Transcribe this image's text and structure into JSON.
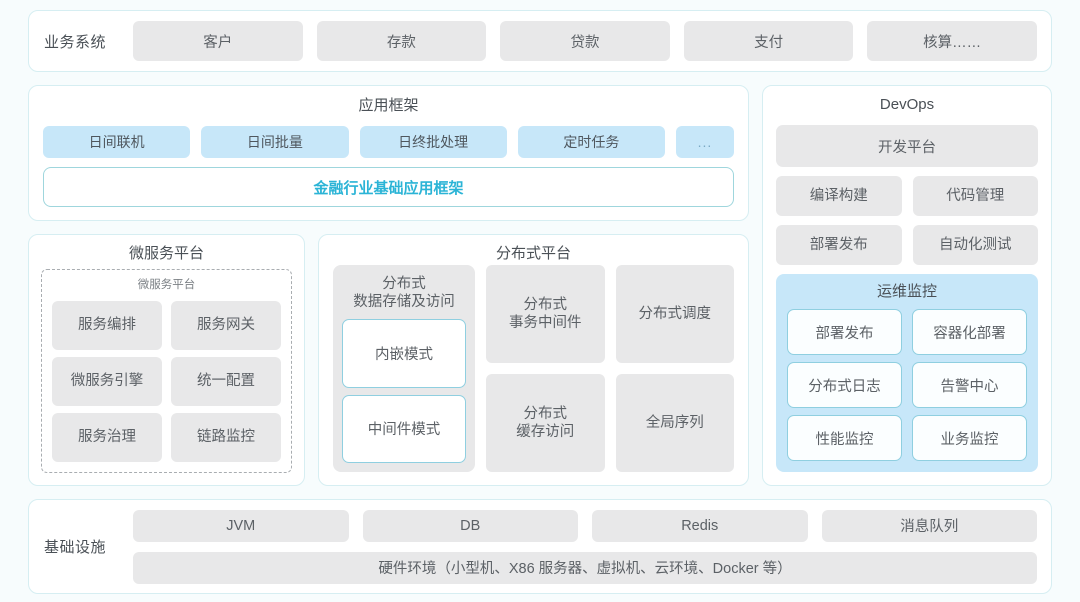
{
  "business_row": {
    "label": "业务系统",
    "items": [
      "客户",
      "存款",
      "贷款",
      "支付",
      "核算……"
    ]
  },
  "app_framework": {
    "title": "应用框架",
    "items": [
      "日间联机",
      "日间批量",
      "日终批处理",
      "定时任务"
    ],
    "more": "...",
    "banner": "金融行业基础应用框架"
  },
  "microservice_platform": {
    "title": "微服务平台",
    "subtitle": "微服务平台",
    "items": [
      "服务编排",
      "服务网关",
      "微服务引擎",
      "统一配置",
      "服务治理",
      "链路监控"
    ]
  },
  "distributed_platform": {
    "title": "分布式平台",
    "storage_card": {
      "title": "分布式\n数据存储及访问",
      "title_line1": "分布式",
      "title_line2": "数据存储及访问",
      "modes": [
        "内嵌模式",
        "中间件模式"
      ]
    },
    "tiles": [
      {
        "line1": "分布式",
        "line2": "事务中间件"
      },
      {
        "line1": "分布式调度",
        "line2": ""
      },
      {
        "line1": "分布式",
        "line2": "缓存访问"
      },
      {
        "line1": "全局序列",
        "line2": ""
      }
    ]
  },
  "devops": {
    "title": "DevOps",
    "platform": "开发平台",
    "items": [
      "编译构建",
      "代码管理",
      "部署发布",
      "自动化测试"
    ],
    "monitoring": {
      "title": "运维监控",
      "items": [
        "部署发布",
        "容器化部署",
        "分布式日志",
        "告警中心",
        "性能监控",
        "业务监控"
      ]
    }
  },
  "infrastructure": {
    "label": "基础设施",
    "items": [
      "JVM",
      "DB",
      "Redis",
      "消息队列"
    ],
    "hardware": "硬件环境（小型机、X86 服务器、虚拟机、云环境、Docker 等）"
  },
  "colors": {
    "accent": "#2bb4d6",
    "panel_border": "#d6eef2",
    "tile_gray": "#e8e8e9",
    "tile_blue": "#c7e7f9",
    "mode_border": "#8fcfe0"
  }
}
